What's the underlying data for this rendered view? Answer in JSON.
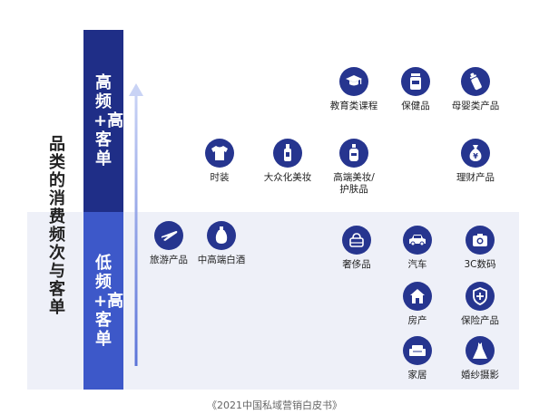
{
  "y_axis_label": "品类的消费频次与客单",
  "bands": {
    "high": "高频+高客单",
    "low": "低频+高客单"
  },
  "items": {
    "education": "教育类课程",
    "healthcare": "保健品",
    "maternal": "母婴类产品",
    "fashion": "时装",
    "mass_cosmetics": "大众化美妆",
    "premium_cosmetics_line1": "高端美妆/",
    "premium_cosmetics_line2": "护肤品",
    "finance": "理财产品",
    "travel": "旅游产品",
    "baijiu": "中高端白酒",
    "luxury": "奢侈品",
    "car": "汽车",
    "digital": "3C数码",
    "house": "房产",
    "insurance": "保险产品",
    "furniture": "家居",
    "wedding": "婚纱摄影"
  },
  "caption": "《2021中国私域营销白皮书》",
  "colors": {
    "high_band": "#1f2e87",
    "low_band": "#3d58c9",
    "icon_circle": "#26358f",
    "low_background": "#eef0f8"
  }
}
